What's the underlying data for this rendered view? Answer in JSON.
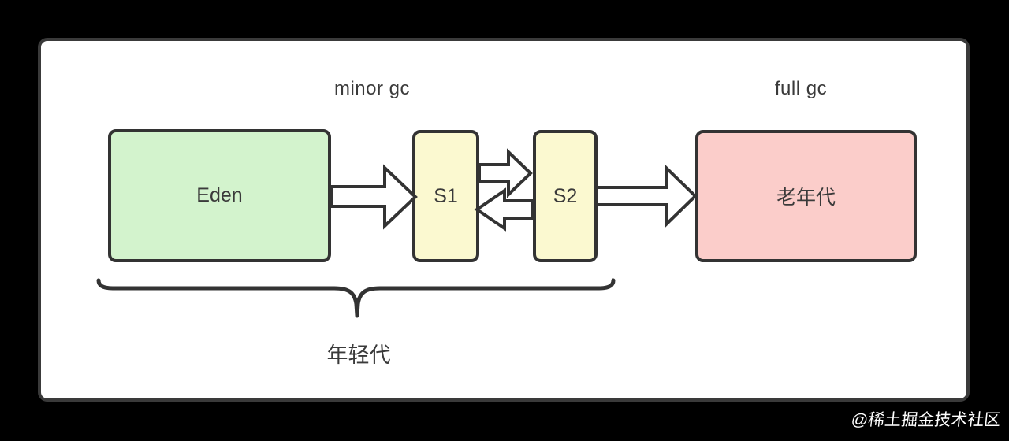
{
  "colors": {
    "page_background": "#000000",
    "canvas_background": "#ffffff",
    "outline_stroke": "#333333",
    "text_color": "#3a3a3a",
    "eden_fill": "#d3f3cd",
    "survivor_fill": "#fbf9d0",
    "old_generation_fill": "#fbcdca",
    "arrow_fill": "#ffffff",
    "watermark_color": "#ffffff"
  },
  "diagram": {
    "captions": {
      "minor_gc": "minor gc",
      "full_gc": "full gc"
    },
    "boxes": [
      {
        "id": "eden",
        "label": "Eden"
      },
      {
        "id": "s1",
        "label": "S1"
      },
      {
        "id": "s2",
        "label": "S2"
      },
      {
        "id": "old-generation",
        "label": "老年代"
      }
    ],
    "arrows": [
      {
        "from": "eden",
        "to": "s1",
        "direction": "right"
      },
      {
        "from": "s1",
        "to": "s2",
        "direction": "right"
      },
      {
        "from": "s2",
        "to": "s1",
        "direction": "left"
      },
      {
        "from": "s2",
        "to": "old-generation",
        "direction": "right"
      }
    ],
    "brace_label": "年轻代"
  },
  "watermark": "@稀土掘金技术社区"
}
